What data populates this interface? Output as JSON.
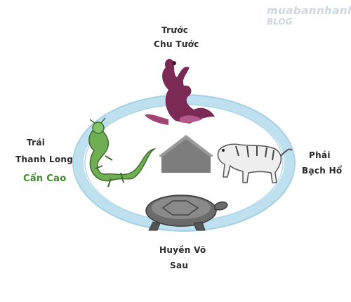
{
  "watermark": {
    "brand": "muabannhanh",
    "sub": "BLOG"
  },
  "labels": {
    "top_direction": "Trước",
    "top_name": "Chu Tước",
    "left_direction": "Trái",
    "left_name": "Thanh Long",
    "left_note": "Cẩn Cao",
    "right_direction": "Phải",
    "right_name": "Bạch Hổ",
    "bottom_name": "Huyền Võ",
    "bottom_direction": "Sau"
  },
  "colors": {
    "ring": "#bfe0ef",
    "ring_edge": "#8cc3dc",
    "phoenix": "#7a2a55",
    "dragon": "#6fae52",
    "tiger": "#555555",
    "turtle": "#6b6b6b",
    "house": "#7d7d7d",
    "accent_text": "#3f8a2a"
  },
  "icons": [
    "phoenix-icon",
    "dragon-icon",
    "tiger-icon",
    "turtle-icon",
    "house-icon"
  ]
}
